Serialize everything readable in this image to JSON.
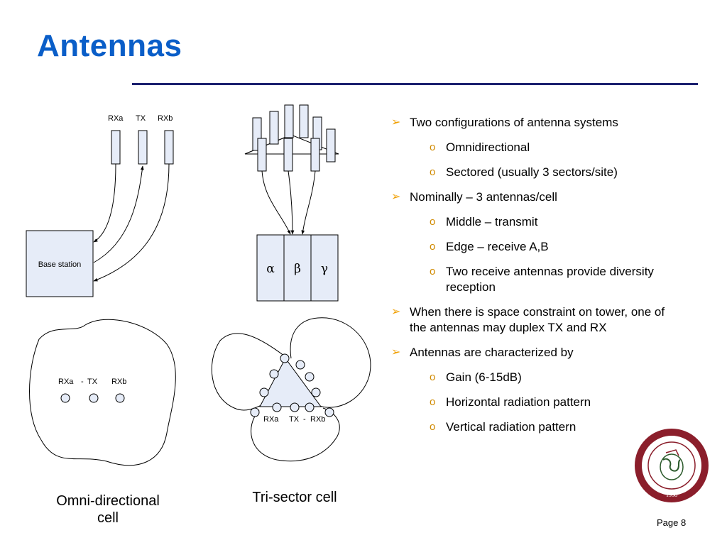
{
  "title": "Antennas",
  "diagram": {
    "omni_antenna_labels": [
      "RXa",
      "TX",
      "RXb"
    ],
    "base_station_label": "Base station",
    "sector_labels": [
      "α",
      "β",
      "γ"
    ],
    "omni_cell_labels": [
      "RXa",
      "-",
      "TX",
      "RXb"
    ],
    "tri_cell_labels": [
      "RXa",
      "TX",
      "-",
      "RXb"
    ]
  },
  "captions": {
    "omni": [
      "Omni-directional",
      "cell"
    ],
    "tri": "Tri-sector cell"
  },
  "bullets": [
    {
      "level": 1,
      "text": "Two configurations of antenna systems"
    },
    {
      "level": 2,
      "text": "Omnidirectional"
    },
    {
      "level": 2,
      "text": "Sectored (usually 3 sectors/site)"
    },
    {
      "level": 1,
      "text": "Nominally – 3 antennas/cell"
    },
    {
      "level": 2,
      "text": "Middle – transmit"
    },
    {
      "level": 2,
      "text": "Edge – receive A,B"
    },
    {
      "level": 2,
      "text": "Two receive antennas provide diversity reception"
    },
    {
      "level": 1,
      "text": "When there is space constraint on tower, one of the antennas may duplex TX and RX"
    },
    {
      "level": 1,
      "text": "Antennas are characterized by"
    },
    {
      "level": 2,
      "text": "Gain (6-15dB)"
    },
    {
      "level": 2,
      "text": "Horizontal radiation pattern"
    },
    {
      "level": 2,
      "text": "Vertical radiation pattern"
    }
  ],
  "bullet_markers": {
    "level1": "➢",
    "level2": "o"
  },
  "footer": {
    "page": "Page 8"
  },
  "seal": {
    "name": "florida-institute-of-technology-seal"
  },
  "colors": {
    "title": "#0a5ec8",
    "rule": "#1a1f6e",
    "bullet": "#f0a000",
    "shape_fill": "#e6ecf8",
    "seal_ring": "#8b1e2b"
  }
}
